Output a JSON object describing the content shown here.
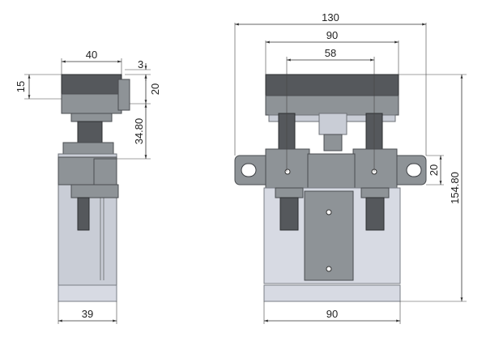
{
  "side_view": {
    "dims": {
      "top_width": "40",
      "top_offset": "3",
      "left_height": "15",
      "right_height": "20",
      "drop_height": "34.80",
      "bottom_width": "39"
    }
  },
  "front_view": {
    "dims": {
      "overall_width": "130",
      "motor_width": "90",
      "screw_spacing": "58",
      "flange_height": "20",
      "total_height": "154.80",
      "bottom_width": "90"
    }
  }
}
